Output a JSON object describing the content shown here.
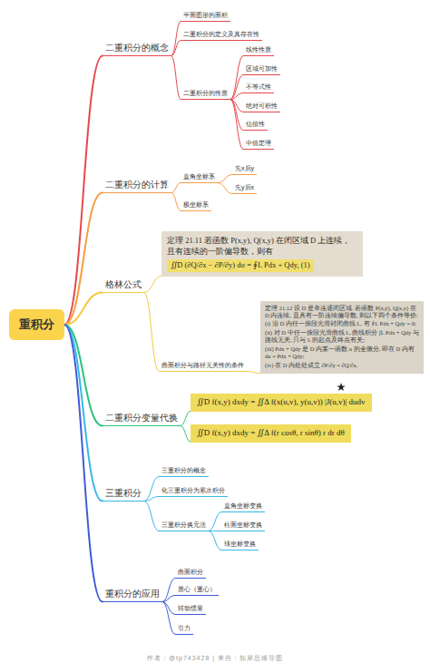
{
  "diagram": {
    "nodes": [
      {
        "text": [
          "重积分"
        ]
      },
      {
        "text": [
          "二重积分的概念"
        ]
      },
      {
        "text": [
          "平面图形的面积"
        ]
      },
      {
        "text": [
          "二重积分的定义及其存在性"
        ]
      },
      {
        "text": [
          "二重积分的性质"
        ]
      },
      {
        "text": [
          "线性性质"
        ]
      },
      {
        "text": [
          "区域可加性"
        ]
      },
      {
        "text": [
          "不等式性"
        ]
      },
      {
        "text": [
          "绝对可积性"
        ]
      },
      {
        "text": [
          "估值性"
        ]
      },
      {
        "text": [
          "中值定理"
        ]
      },
      {
        "text": [
          "二重积分的计算"
        ]
      },
      {
        "text": [
          "直角坐标系"
        ]
      },
      {
        "text": [
          "先x后y"
        ]
      },
      {
        "text": [
          "先y后x"
        ]
      },
      {
        "text": [
          "极坐标系"
        ]
      },
      {
        "text": [
          "格林公式"
        ]
      },
      {
        "text": [
          "定理 21.11 若函数 P(x,y), Q(x,y) 在闭区域 D 上连续，且有连续的一阶偏导数，则有",
          "∬D (∂Q/∂x − ∂P/∂y) dσ = ∮L Pdx + Qdy,   (1)"
        ]
      },
      {
        "text": [
          "曲面积分与路径无关性的条件"
        ]
      },
      {
        "text": [
          "定理 21.12 设 D 是单连通闭区域. 若函数 P(x,y), Q(x,y) 在 D 内连续, 且具有一阶连续偏导数, 则以下四个条件等价:",
          "(i) 沿 D 内任一按段光滑封闭曲线 L, 有 ∮L Pdx + Qdy = 0;",
          "(ii) 对 D 中任一按段光滑曲线 L, 曲线积分 ∫L Pdx + Qdy 与路线无关, 只与 L 的起点及终点有关;",
          "(iii) Pdx + Qdy 是 D 内某一函数 u 的全微分, 即在 D 内有 du = Pdx + Qdy;",
          "(iv) 在 D 内处处成立 ∂P/∂y = ∂Q/∂x."
        ]
      },
      {
        "text": [
          "二重积分变量代换"
        ]
      },
      {
        "text": [
          "∬D f(x,y) dxdy = ∬Δ f(x(u,v), y(u,v)) |J(u,v)| dudv"
        ]
      },
      {
        "text": [
          "∬D f(x,y) dxdy = ∬Δ f(r cosθ, r sinθ) r dr dθ"
        ]
      },
      {
        "text": [
          "三重积分"
        ]
      },
      {
        "text": [
          "三重积分的概念"
        ]
      },
      {
        "text": [
          "化三重积分为累次积分"
        ]
      },
      {
        "text": [
          "三重积分换元法"
        ]
      },
      {
        "text": [
          "直角坐标变换"
        ]
      },
      {
        "text": [
          "柱面坐标变换"
        ]
      },
      {
        "text": [
          "球坐标变换"
        ]
      },
      {
        "text": [
          "重积分的应用"
        ]
      },
      {
        "text": [
          "曲面积分"
        ]
      },
      {
        "text": [
          "质心（重心）"
        ]
      },
      {
        "text": [
          "转动惯量"
        ]
      },
      {
        "text": [
          "引力"
        ]
      }
    ],
    "edges": [
      {
        "from": 0,
        "to": 1,
        "arrow": "none"
      },
      {
        "from": 1,
        "to": 2,
        "arrow": "none"
      },
      {
        "from": 1,
        "to": 3,
        "arrow": "none"
      },
      {
        "from": 1,
        "to": 4,
        "arrow": "none"
      },
      {
        "from": 4,
        "to": 5,
        "arrow": "none"
      },
      {
        "from": 4,
        "to": 6,
        "arrow": "none"
      },
      {
        "from": 4,
        "to": 7,
        "arrow": "none"
      },
      {
        "from": 4,
        "to": 8,
        "arrow": "none"
      },
      {
        "from": 4,
        "to": 9,
        "arrow": "none"
      },
      {
        "from": 4,
        "to": 10,
        "arrow": "none"
      },
      {
        "from": 0,
        "to": 11,
        "arrow": "none"
      },
      {
        "from": 11,
        "to": 12,
        "arrow": "none"
      },
      {
        "from": 12,
        "to": 13,
        "arrow": "none"
      },
      {
        "from": 12,
        "to": 14,
        "arrow": "none"
      },
      {
        "from": 11,
        "to": 15,
        "arrow": "none"
      },
      {
        "from": 0,
        "to": 16,
        "arrow": "none"
      },
      {
        "from": 16,
        "to": 17,
        "arrow": "none"
      },
      {
        "from": 16,
        "to": 18,
        "arrow": "none"
      },
      {
        "from": 18,
        "to": 19,
        "arrow": "none"
      },
      {
        "from": 0,
        "to": 20,
        "arrow": "none"
      },
      {
        "from": 20,
        "to": 21,
        "arrow": "none"
      },
      {
        "from": 20,
        "to": 22,
        "arrow": "none"
      },
      {
        "from": 0,
        "to": 23,
        "arrow": "none"
      },
      {
        "from": 23,
        "to": 24,
        "arrow": "none"
      },
      {
        "from": 23,
        "to": 25,
        "arrow": "none"
      },
      {
        "from": 23,
        "to": 26,
        "arrow": "none"
      },
      {
        "from": 26,
        "to": 27,
        "arrow": "none"
      },
      {
        "from": 26,
        "to": 28,
        "arrow": "none"
      },
      {
        "from": 26,
        "to": 29,
        "arrow": "none"
      },
      {
        "from": 0,
        "to": 30,
        "arrow": "none"
      },
      {
        "from": 30,
        "to": 31,
        "arrow": "none"
      },
      {
        "from": 30,
        "to": 32,
        "arrow": "none"
      },
      {
        "from": 30,
        "to": 33,
        "arrow": "none"
      },
      {
        "from": 30,
        "to": 34,
        "arrow": "none"
      }
    ],
    "labels": [
      "作者：@tp743428 | 来自：知犀思维导图"
    ]
  }
}
